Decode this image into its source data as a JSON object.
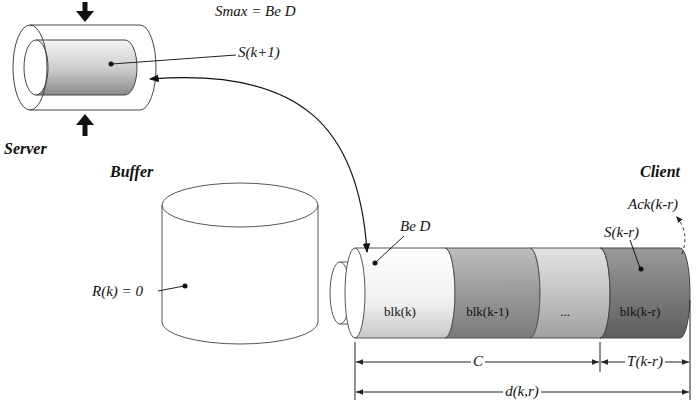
{
  "diagram": {
    "nodes": [
      {
        "text": [
          "Server"
        ]
      },
      {
        "text": [
          "Buffer"
        ]
      },
      {
        "text": [
          "blk(k)"
        ]
      },
      {
        "text": [
          "blk(k-1)"
        ]
      },
      {
        "text": [
          "..."
        ]
      },
      {
        "text": [
          "blk(k-r)"
        ]
      }
    ],
    "edges": [
      {
        "from": 0,
        "to": 2,
        "arrow": "both"
      }
    ],
    "labels": [
      "Smax = Be D",
      "S(k+1)",
      "R(k) = 0",
      "Be D",
      "S(k-r)",
      "Client",
      "Ack(k-r)",
      "C",
      "T(k-r)",
      "d(k,r)"
    ]
  }
}
